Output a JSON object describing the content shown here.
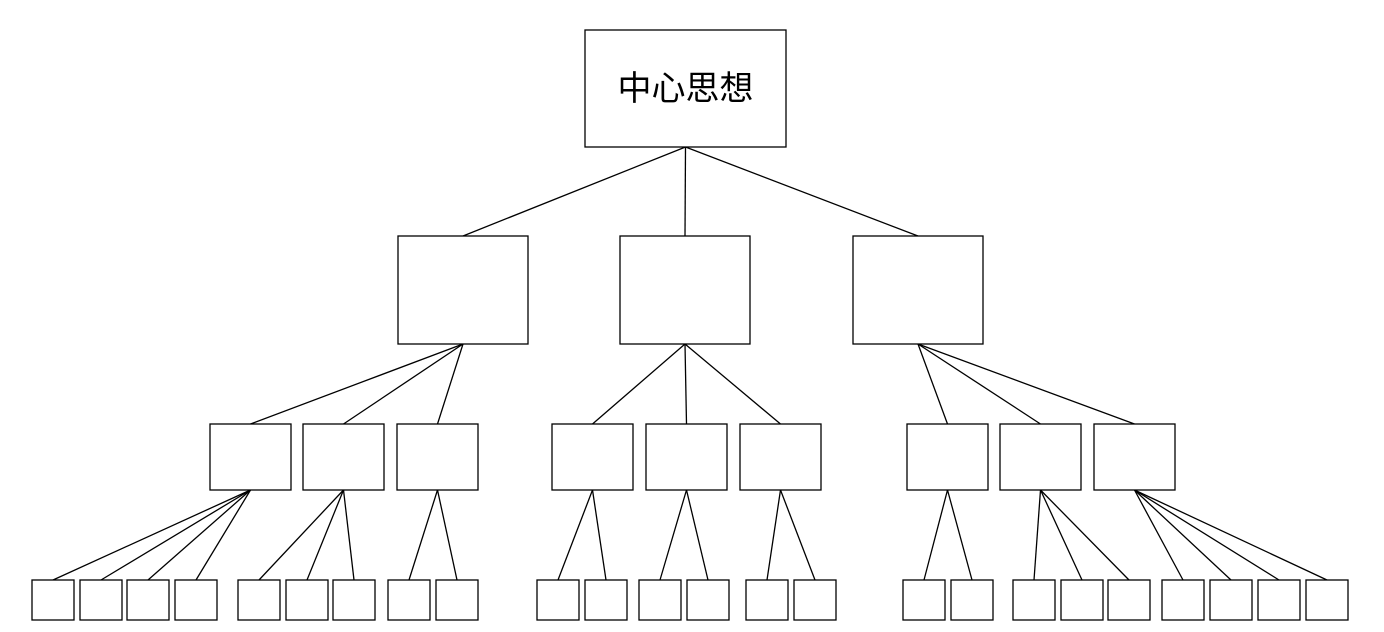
{
  "root": {
    "label": "中心思想"
  },
  "level1": [
    {
      "label": ""
    },
    {
      "label": ""
    },
    {
      "label": ""
    }
  ],
  "level2_groups": [
    [
      {
        "label": "",
        "leaves": 4
      },
      {
        "label": "",
        "leaves": 3
      },
      {
        "label": "",
        "leaves": 2
      }
    ],
    [
      {
        "label": "",
        "leaves": 2
      },
      {
        "label": "",
        "leaves": 2
      },
      {
        "label": "",
        "leaves": 2
      }
    ],
    [
      {
        "label": "",
        "leaves": 2
      },
      {
        "label": "",
        "leaves": 3
      },
      {
        "label": "",
        "leaves": 4
      }
    ]
  ],
  "style": {
    "line_color": "#000000",
    "box_fill": "#ffffff"
  }
}
